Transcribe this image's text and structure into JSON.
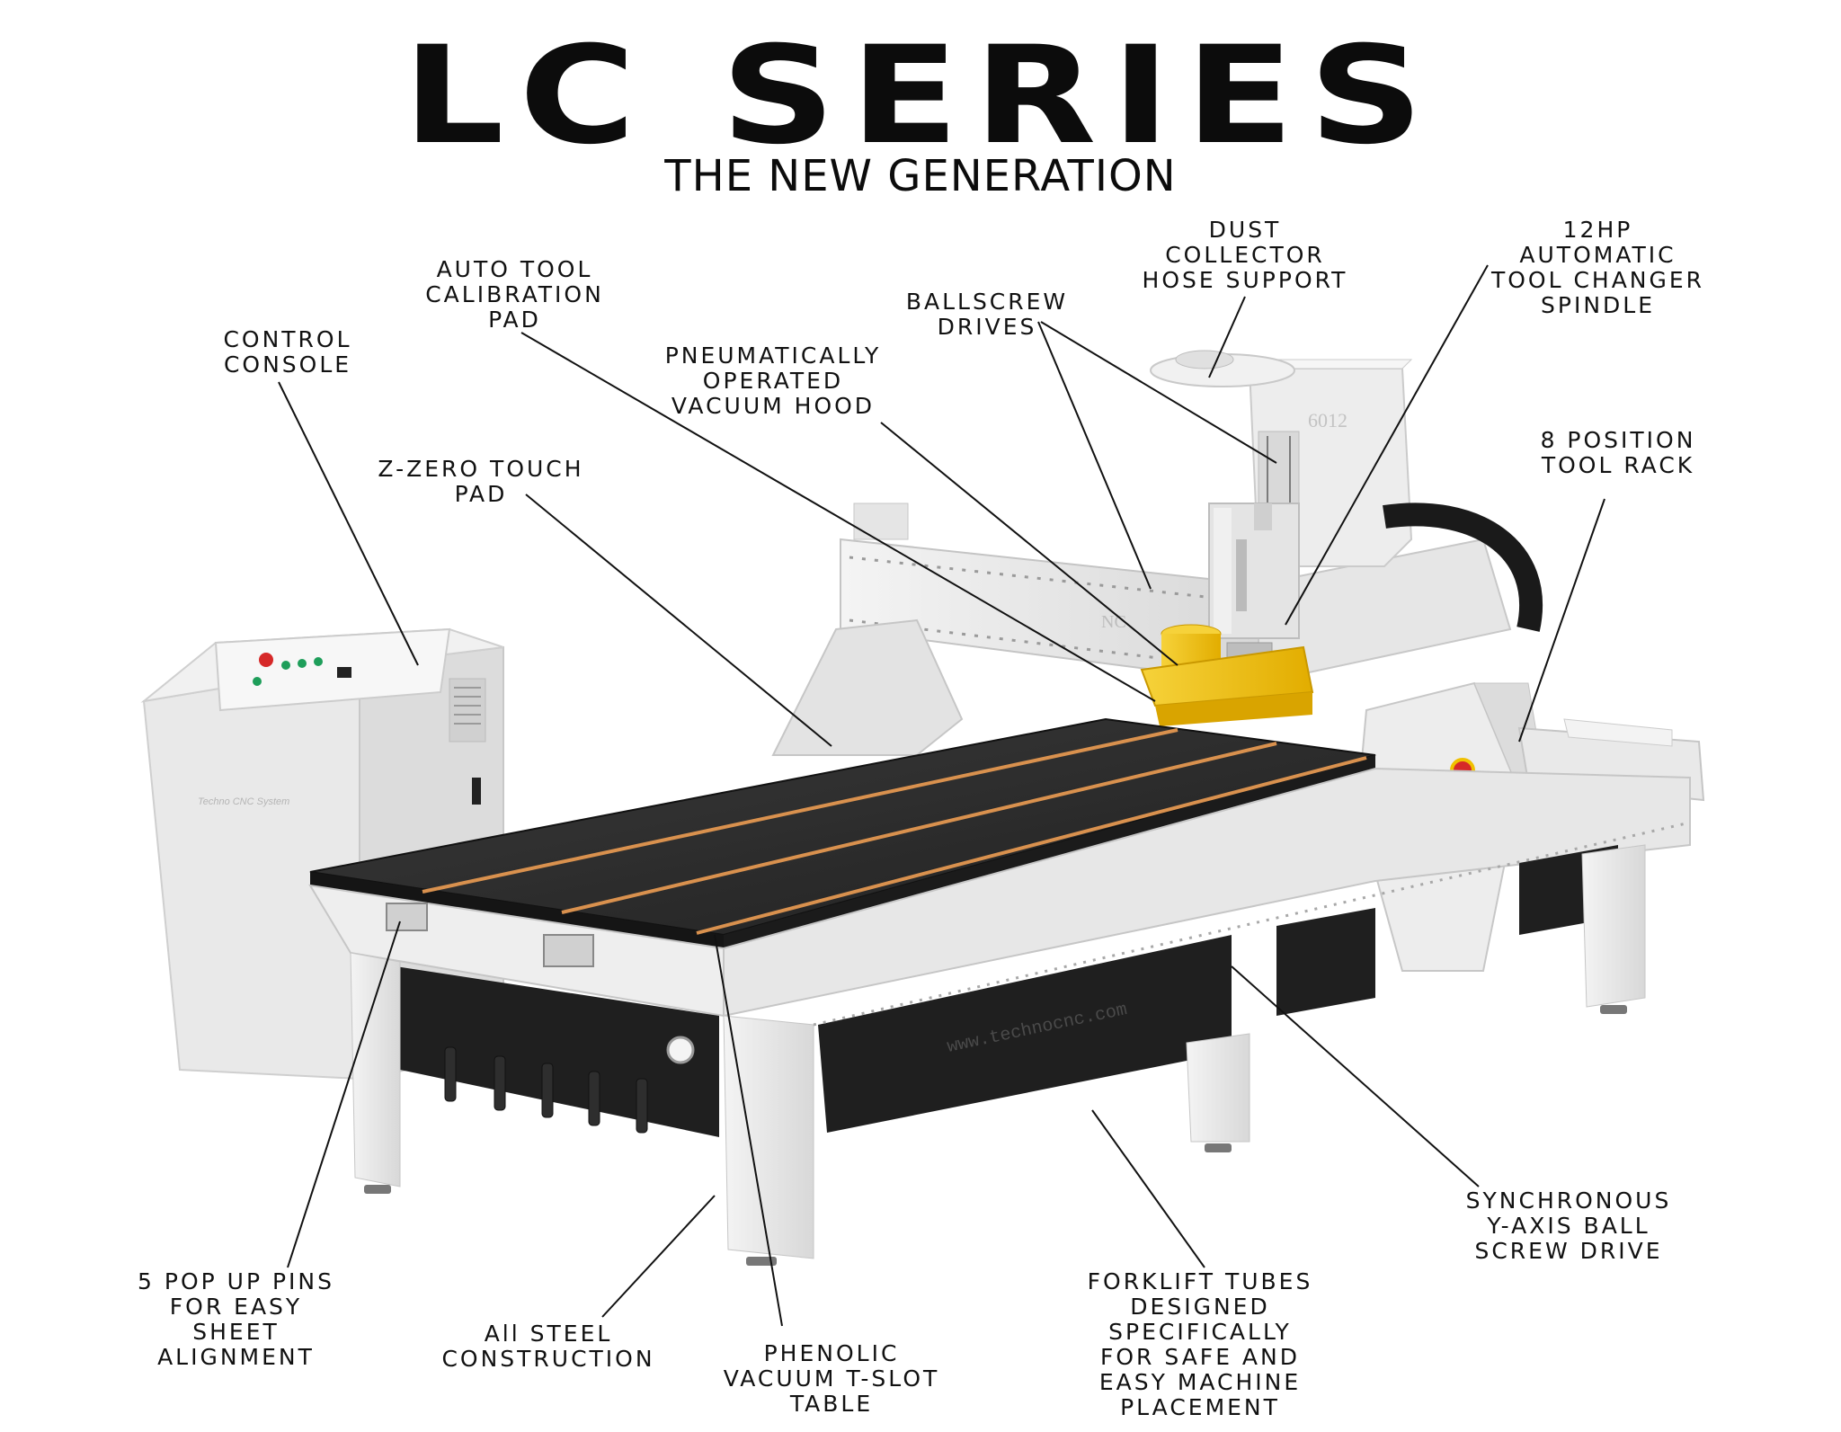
{
  "header": {
    "title": "LC SERIES",
    "subtitle": "THE NEW GENERATION"
  },
  "machine": {
    "cabinet_watermark": "Techno CNC System",
    "gantry_model": "6012",
    "gantry_brand": "NC",
    "base_url": "www.technocnc.com"
  },
  "callouts": [
    {
      "id": "control-console",
      "text": "CONTROL\nCONSOLE"
    },
    {
      "id": "auto-tool-calibration-pad",
      "text": "AUTO TOOL\nCALIBRATION\nPAD"
    },
    {
      "id": "ballscrew-drives",
      "text": "BALLSCREW\nDRIVES"
    },
    {
      "id": "dust-collector-hose-support",
      "text": "DUST\nCOLLECTOR\nHOSE SUPPORT"
    },
    {
      "id": "atc-spindle",
      "text": "12HP\nAUTOMATIC\nTOOL CHANGER\nSPINDLE"
    },
    {
      "id": "pneumatic-vacuum-hood",
      "text": "PNEUMATICALLY\nOPERATED\nVACUUM HOOD"
    },
    {
      "id": "z-zero-touch-pad",
      "text": "Z-ZERO TOUCH\nPAD"
    },
    {
      "id": "tool-rack",
      "text": "8 POSITION\nTOOL RACK"
    },
    {
      "id": "pop-up-pins",
      "text": "5 POP UP PINS\nFOR EASY\nSHEET\nALIGNMENT"
    },
    {
      "id": "steel-construction",
      "text": "All STEEL\nCONSTRUCTION"
    },
    {
      "id": "phenolic-table",
      "text": "PHENOLIC\nVACUUM T-SLOT\nTABLE"
    },
    {
      "id": "forklift-tubes",
      "text": "FORKLIFT TUBES\nDESIGNED\nSPECIFICALLY\nFOR SAFE AND\nEASY MACHINE\nPLACEMENT"
    },
    {
      "id": "y-axis-ball-screw",
      "text": "SYNCHRONOUS\nY-AXIS BALL\nSCREW DRIVE"
    }
  ],
  "colors": {
    "text": "#111111",
    "table_top": "#2b2b2b",
    "t_slot": "#d9914e",
    "frame": "#eeeeee",
    "panel": "#1f1f1f",
    "hood": "#f2c40f",
    "estop": "#d62828",
    "button_green": "#1e9e5a"
  }
}
